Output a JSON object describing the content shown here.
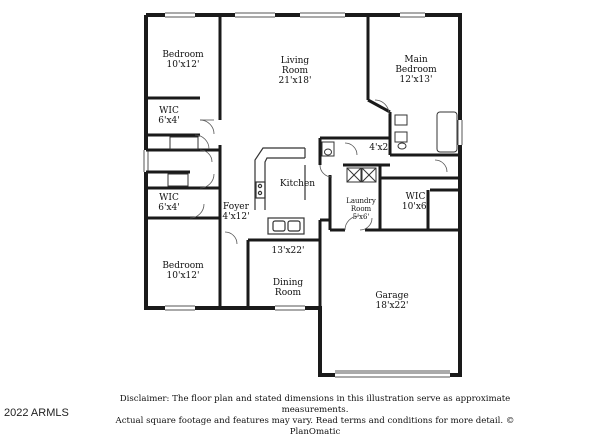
{
  "rooms": {
    "bedroom_top": {
      "name": "Bedroom",
      "dim": "10'x12'"
    },
    "living": {
      "name": "Living",
      "name2": "Room",
      "dim": "21'x18'"
    },
    "main_bedroom": {
      "name": "Main",
      "name2": "Bedroom",
      "dim": "12'x13'"
    },
    "wic_top": {
      "name": "WIC",
      "dim": "6'x4'"
    },
    "closet_small": {
      "dim": "4'x2'"
    },
    "kitchen": {
      "name": "Kitchen",
      "dim": "13'x22'"
    },
    "foyer": {
      "name": "Foyer",
      "dim": "4'x12'"
    },
    "wic_mid": {
      "name": "WIC",
      "dim": "6'x4'"
    },
    "laundry": {
      "name": "Laundry",
      "name2": "Room",
      "dim": "5'x6'"
    },
    "wic_main": {
      "name": "WIC",
      "dim": "10'x6'"
    },
    "bedroom_bottom": {
      "name": "Bedroom",
      "dim": "10'x12'"
    },
    "dining": {
      "name": "Dining",
      "name2": "Room"
    },
    "garage": {
      "name": "Garage",
      "dim": "18'x22'"
    }
  },
  "disclaimer": {
    "line1": "Disclaimer: The floor plan and stated dimensions in this illustration serve as approximate measurements.",
    "line2": "Actual square footage and features may vary. Read terms and conditions for more detail. © PlanOmatic"
  },
  "copyright": "2022 ARMLS"
}
